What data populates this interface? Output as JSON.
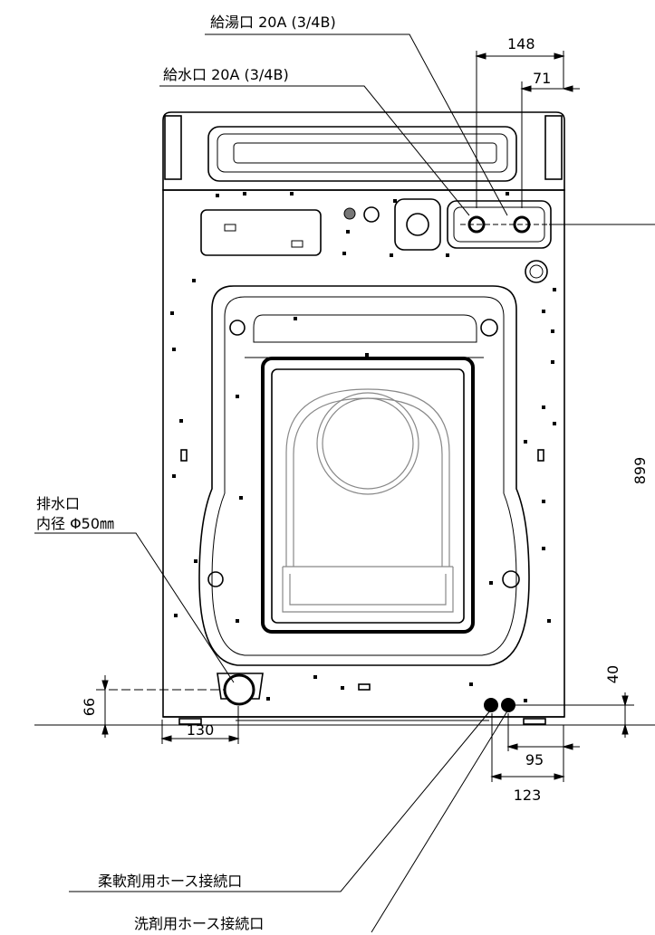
{
  "labels": {
    "hot_inlet": "給湯口 20A (3/4B)",
    "cold_inlet": "給水口 20A (3/4B)",
    "drain_line1": "排水口",
    "drain_line2": "内径 Φ50㎜",
    "softener_port": "柔軟剤用ホース接続口",
    "detergent_port": "洗剤用ホース接続口"
  },
  "dimensions": {
    "inlet_spacing_outer": "148",
    "inlet_spacing_inner": "71",
    "inlet_height": "899",
    "drain_height": "66",
    "drain_offset": "130",
    "port_height": "40",
    "port_offset_inner": "95",
    "port_offset_outer": "123"
  }
}
